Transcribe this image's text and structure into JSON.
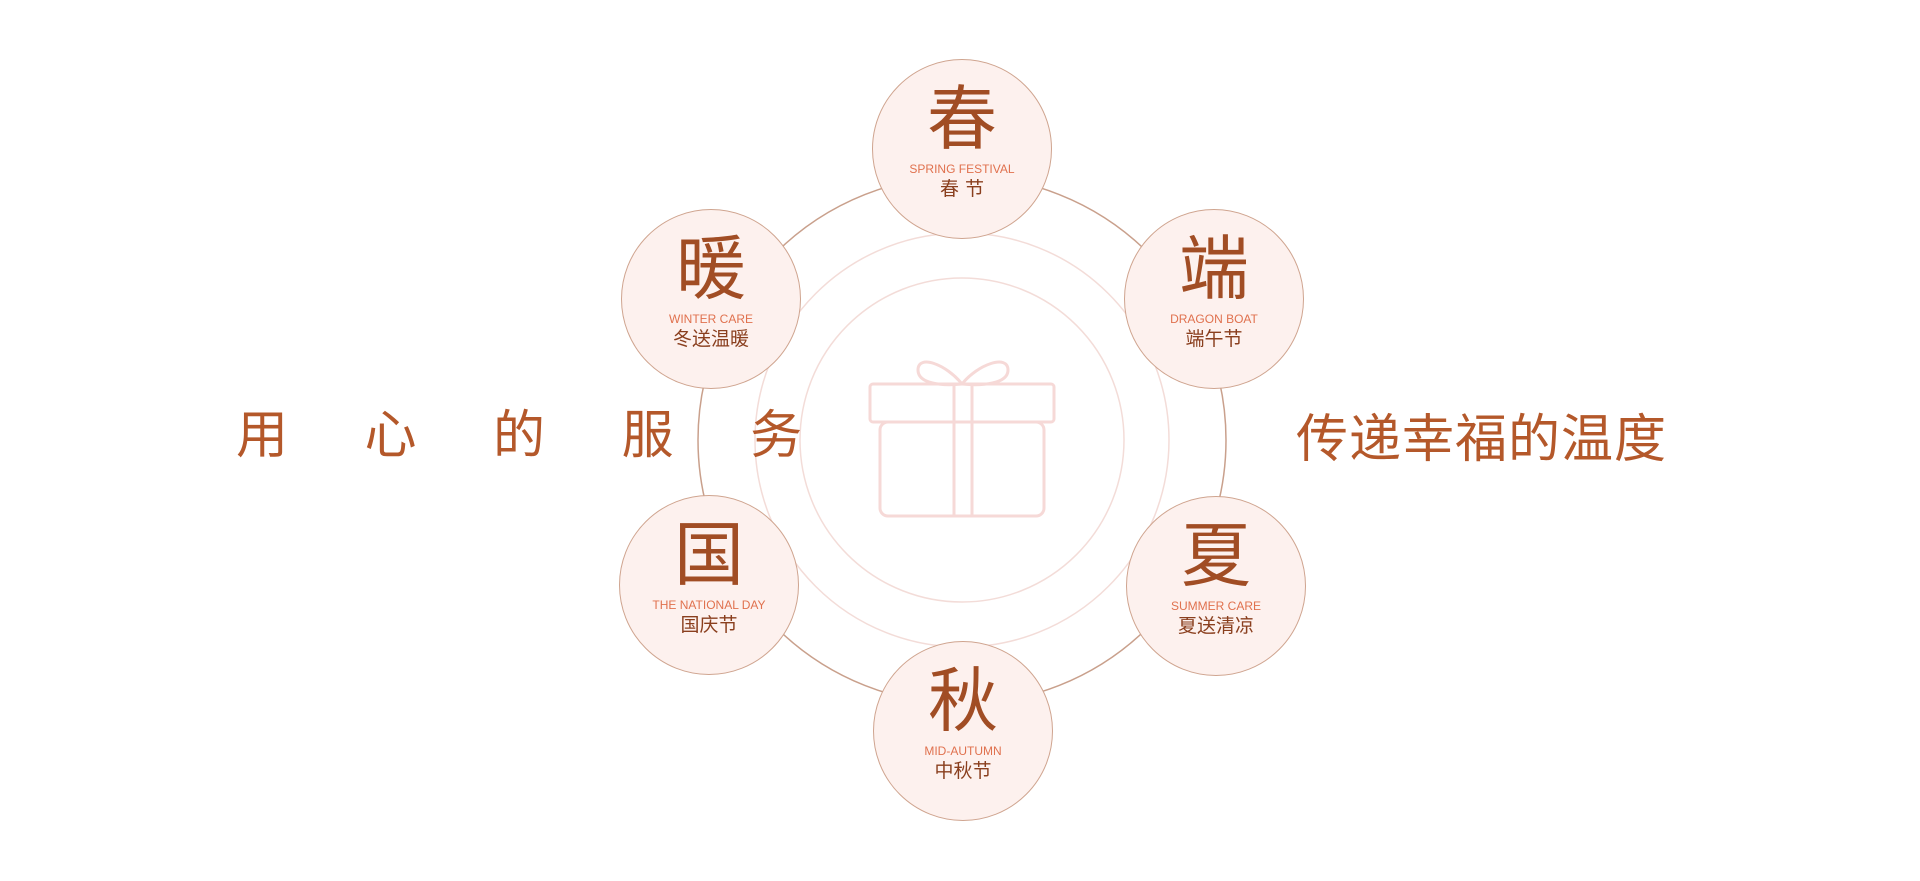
{
  "slogan_left": "用 心 的 服 务",
  "slogan_right": "传递幸福的温度",
  "colors": {
    "accent": "#b4582a",
    "node_fill": "#fdf1ee",
    "node_border": "#cfa48f",
    "big_char": "#a14d24",
    "english_label": "#e0714e",
    "ring_faint": "#f3dcd8",
    "gift": "#f6d9d7"
  },
  "center_icon": "gift-box-icon",
  "festivals": [
    {
      "char": "春",
      "en": "SPRING FESTIVAL",
      "cn": "春 节"
    },
    {
      "char": "端",
      "en": "DRAGON BOAT",
      "cn": "端午节"
    },
    {
      "char": "夏",
      "en": "SUMMER CARE",
      "cn": "夏送清凉"
    },
    {
      "char": "秋",
      "en": "MID-AUTUMN",
      "cn": "中秋节"
    },
    {
      "char": "国",
      "en": "THE NATIONAL DAY",
      "cn": "国庆节"
    },
    {
      "char": "暖",
      "en": "WINTER CARE",
      "cn": "冬送温暖"
    }
  ]
}
